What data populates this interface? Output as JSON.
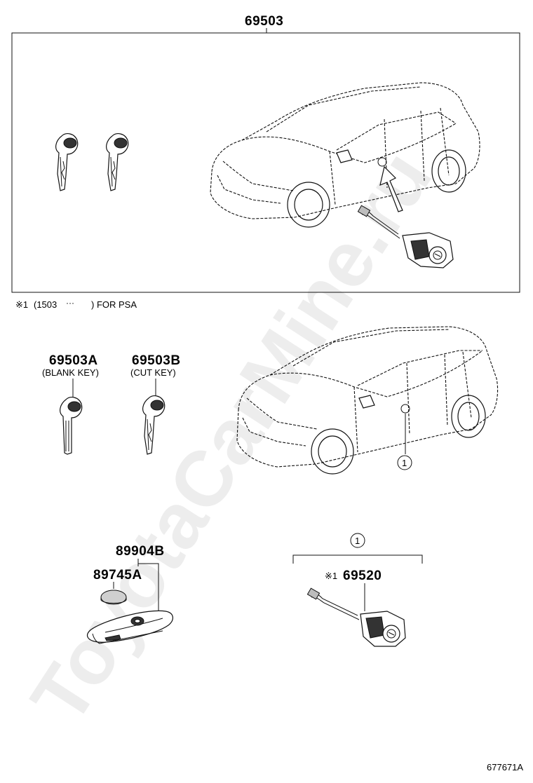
{
  "diagram": {
    "watermark": "ToyotaCarMine.ru",
    "kit": {
      "part_no": "69503"
    },
    "footnote": {
      "mark": "※1",
      "range": "(1503",
      "dash": "···",
      "close": ") FOR PSA"
    },
    "blank_key": {
      "part_no": "69503A",
      "desc": "(BLANK KEY)"
    },
    "cut_key": {
      "part_no": "69503B",
      "desc": "(CUT KEY)"
    },
    "smart_key": {
      "part_no": "89904B"
    },
    "battery": {
      "part_no": "89745A"
    },
    "lock_cylinder": {
      "callout": "1",
      "mark": "※1",
      "part_no": "69520"
    },
    "door_callout": "1",
    "drawing_id": "677671A"
  }
}
